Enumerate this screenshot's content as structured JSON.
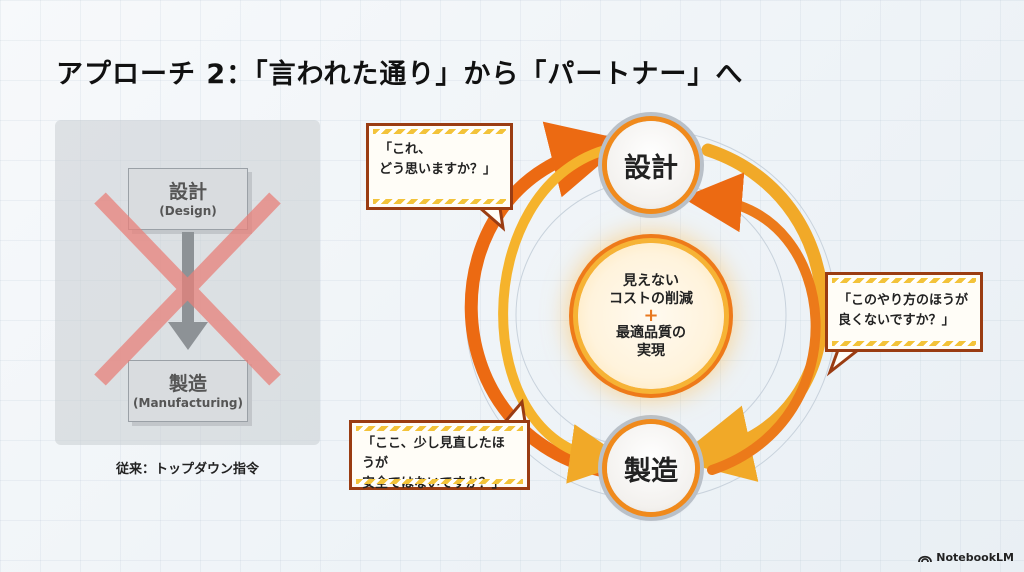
{
  "title": "アプローチ 2：「言われた通り」から「パートナー」へ",
  "old_model": {
    "top_box": {
      "label": "設計",
      "sub": "(Design)"
    },
    "bottom_box": {
      "label": "製造",
      "sub": "(Manufacturing)"
    },
    "caption": "従来：トップダウン指令"
  },
  "new_model": {
    "top_node": "設計",
    "bottom_node": "製造",
    "center": {
      "line1": "見えない",
      "line2": "コストの削減",
      "plus": "+",
      "line3": "最適品質の",
      "line4": "実現"
    },
    "bubbles": [
      {
        "line1": "「これ、",
        "line2": "どう思いますか？」"
      },
      {
        "line1": "「このやり方のほうが",
        "line2": "良くないですか？」"
      },
      {
        "line1": "「ここ、少し見直したほうが",
        "line2": "安全ではないですか？」"
      }
    ]
  },
  "branding": "NotebookLM",
  "colors": {
    "orange": "#f08a1c",
    "yellow": "#f6b335",
    "dark_red": "#9a3c12",
    "cross": "#e8817a"
  }
}
